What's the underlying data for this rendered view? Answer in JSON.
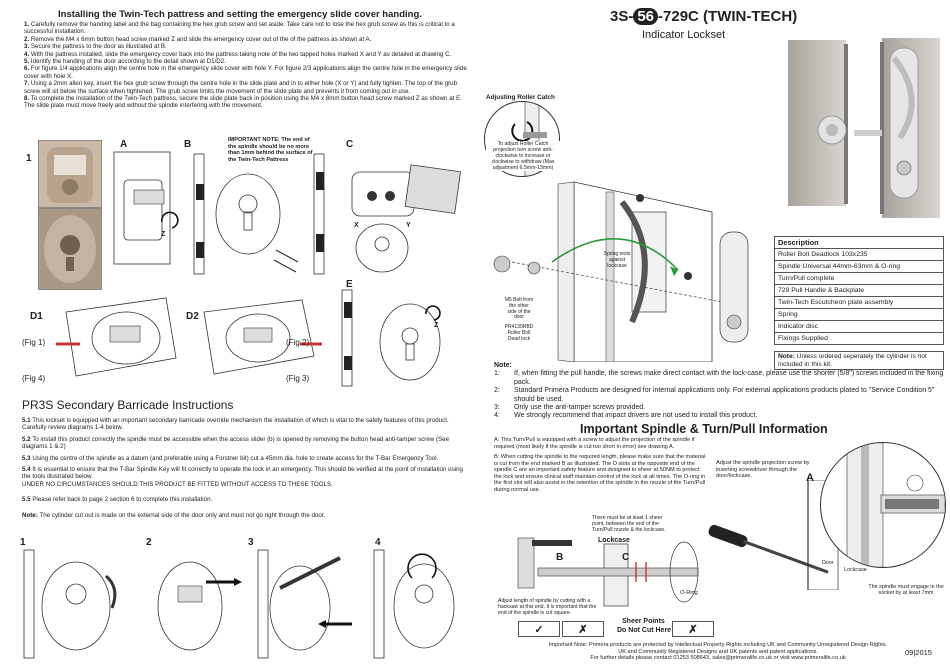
{
  "install": {
    "title": "Installing the Twin-Tech pattress and setting the emergency slide cover handing.",
    "steps": [
      {
        "n": "1.",
        "t": "Carefully remove the handing label and the bag containing the hex grub screw and set aside. Take care not to lose the hex grub screw as this is critical to a successful installation."
      },
      {
        "n": "2.",
        "t": "Remove the M4 x 6mm button head screw marked Z and slide the emergency cover out of the of the pattress as shown at A."
      },
      {
        "n": "3.",
        "t": "Secure the pattress to the door as illustrated at B."
      },
      {
        "n": "4.",
        "t": "With the pattress installed, slide the emergency cover back into the pattress taking note of the two tapped holes marked X and Y as detailed at drawing C."
      },
      {
        "n": "5.",
        "t": "Identify the handing of the door according to the detail shown at D1/D2."
      },
      {
        "n": "6.",
        "t": "For figure 1/4 applications align the centre hole in the emergency slide cover with hole Y. For figure 2/3 applications align the centre hole in the emergency slide cover with hole X."
      },
      {
        "n": "7.",
        "t": "Using a 2mm allen key, insert the hex grub screw through the centre hole in the slide plate and in to either hole (X or Y) and fully tighten. The top of the grub screw will sit below the surface when tightened. The grub screw limits the movement of the slide plate and prevents it from coming out in use."
      },
      {
        "n": "8.",
        "t": "To complete the installation of the Twin-Tech pattress, secure the slide plate back in position using the M4 x 8mm button head screw marked Z as shown at E. The slide plate must move freely and without the spindle interfering with the movement."
      }
    ],
    "fig_labels": {
      "one": "1",
      "a": "A",
      "b": "B",
      "c": "C",
      "d1": "D1",
      "d2": "D2",
      "e": "E",
      "z1": "Z",
      "z2": "Z",
      "x": "X",
      "y": "Y",
      "fig1": "(Fig 1)",
      "fig4": "(Fig 4)",
      "fig2": "(Fig 2)",
      "fig3": "(Fig 3)"
    },
    "note": "IMPORTANT NOTE: The end of the spindle should be no more than 1mm behind the surface of the Twin-Tech Pattress"
  },
  "pr3s": {
    "title": "PR3S Secondary Barricade Instructions",
    "p1n": "5.1",
    "p1": "This lockset is equipped with an important secondary barricade override mechanism the installation of which is vital to the safety features of this product. Carefully review diagrams 1-4 below.",
    "p2n": "5.2",
    "p2": "To install this product correctly the spindle must be accessible when the access slider (b) is opened by removing the button head anti-tamper screw  (See diagrams 1 & 2)",
    "p3n": "5.3",
    "p3": "Using the centre of the spindle as a datum (and preferable using a Forstner bit) cut a 45mm dia. hole to create access for the T-Bar Emergency Tool.",
    "p4n": "5.4",
    "p4": "It is essential to ensure that the T-Bar Spindle Key will fit correctly to operate the lock in an emergency. This should be verified at the point of installation using the tools illustrated below.",
    "p4b": "UNDER NO CIRCUMSTANCES SHOULD THIS PRODUCT BE FITTED WITHOUT ACCESS TO THESE TOOLS.",
    "p5n": "5.5",
    "p5": "Please refer back to page 2 section 6 to complete this installation.",
    "noteLabel": "Note:",
    "note": "The cylinder cut out is made on the external side of the door only and must not go right through the door.",
    "diagrams": [
      "1",
      "2",
      "3",
      "4"
    ]
  },
  "product": {
    "code_pre": "3S-",
    "code_mid": "56",
    "code_post": "-729C (TWIN-TECH)",
    "subtitle": "Indicator Lockset"
  },
  "exploded": {
    "roller_title": "Adjusting Roller Catch",
    "roller_note": "To adjust Roller Catch projection turn screw anti-clockwise to increase or clockwise to withdraw (Max adjustment 6.5mm-13mm)",
    "spring_rests": "Spring rests against lockcase",
    "m5bolt": "M5 Bolt from the other side of the door",
    "pr4130rbd": "PR4130RBD Roller Bolt Dead lock"
  },
  "description": {
    "header": "Description",
    "rows": [
      "Roller Bolt Deadlock 103x235",
      "Spindle Universal 44mm-63mm & O-ring",
      "Turn/Pull complete",
      "729 Pull Handle & Backplate",
      "Twin-Tech Escutcheon plate assembly",
      "Spring",
      "Indicator disc",
      "Fixings Supplied"
    ],
    "noteLabel": "Note:",
    "note": "Unless ordered seperately the cylinder is not included in this kit."
  },
  "notes": {
    "label": "Note:",
    "items": [
      {
        "n": "1:",
        "t": "If, when fitting the pull handle, the screws make direct contact with the lock-case, please use the shorter (5/8\") screws included in the fixing pack."
      },
      {
        "n": "2:",
        "t": "Standard Primera Products are designed for internal applications only. For external applications products plated to \"Service Condition 5\" should be used."
      },
      {
        "n": "3:",
        "t": "Only use the anti-tamper screws provided."
      },
      {
        "n": "4:",
        "t": "We strongly recommend that impact drivers are not used to install this product."
      }
    ]
  },
  "spindle": {
    "title": "Important Spindle & Turn/Pull Information",
    "pa": "A: This Turn/Pull is equipped with a screw to adjust the projection of the spindle if required (most likely if the spindle is cut too short in error) see drawing A.",
    "pb": "B: When cutting the spindle to the required length, please make sure that the material is cut from the end marked B as illustrated. The O slots at the opposite end of the spindle C are an important safety feature and designed to sheer at 50NM to protect the lock and ensure clinical staff maintain control of the lock at all times. The O-ring in the first slot will also assist in the retention of the spindle in the nozzle of the Turn/Pull during normal use.",
    "right_note": "Adjust the spindle projection screw by inserting screwdriver through the door/lockcase.",
    "a": "A",
    "door": "Door",
    "lockcase": "Lockcase",
    "engage": "The spindle must engage in the socket by at least 7mm",
    "sheer_note": "There must be at least 1 sheer point, between the end of the Turn/Pull nozzle & the lockcase.",
    "lockcase2": "Lockcase",
    "b": "B",
    "c": "C",
    "oring": "O-Ring",
    "hacksaw": "Adjust length of spindle by cutting with a hacksaw at this end. It is important that the end of the spindle is cut square.",
    "sheer_points": "Sheer Points",
    "do_not_cut": "Do Not Cut Here",
    "tick": "✓",
    "cross": "✗"
  },
  "footer": {
    "l1": "Important Note: Primera products are protected by Intellectual Property Rights including UK and Community Unregistered Design Rights.",
    "l2": "UK and Community Registered Designs and UK patents and patent applications.",
    "l3": "For further details please contact 01253 508643, sales@primeralife.co.uk or visit www.primeralife.co.uk",
    "date": "09|2015"
  }
}
